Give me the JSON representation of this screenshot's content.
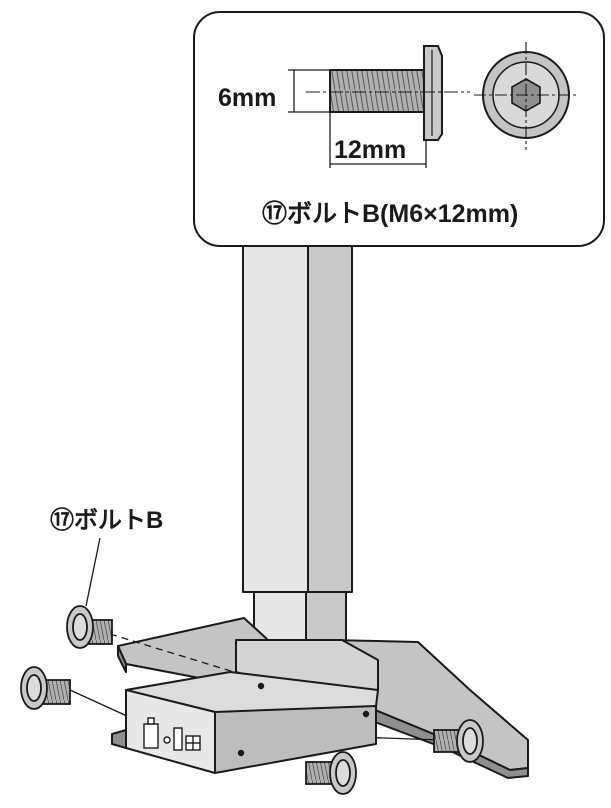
{
  "detail": {
    "dim_diameter": "6mm",
    "dim_length": "12mm",
    "caption": "⑰ボルトB(M6×12mm)"
  },
  "callout": {
    "label": "⑰ボルトB"
  },
  "colors": {
    "outline": "#1a1a1a",
    "metal_light": "#d9d9d9",
    "metal_mid": "#b8b8b8",
    "metal_dark": "#8f8f8f",
    "background": "#ffffff"
  }
}
